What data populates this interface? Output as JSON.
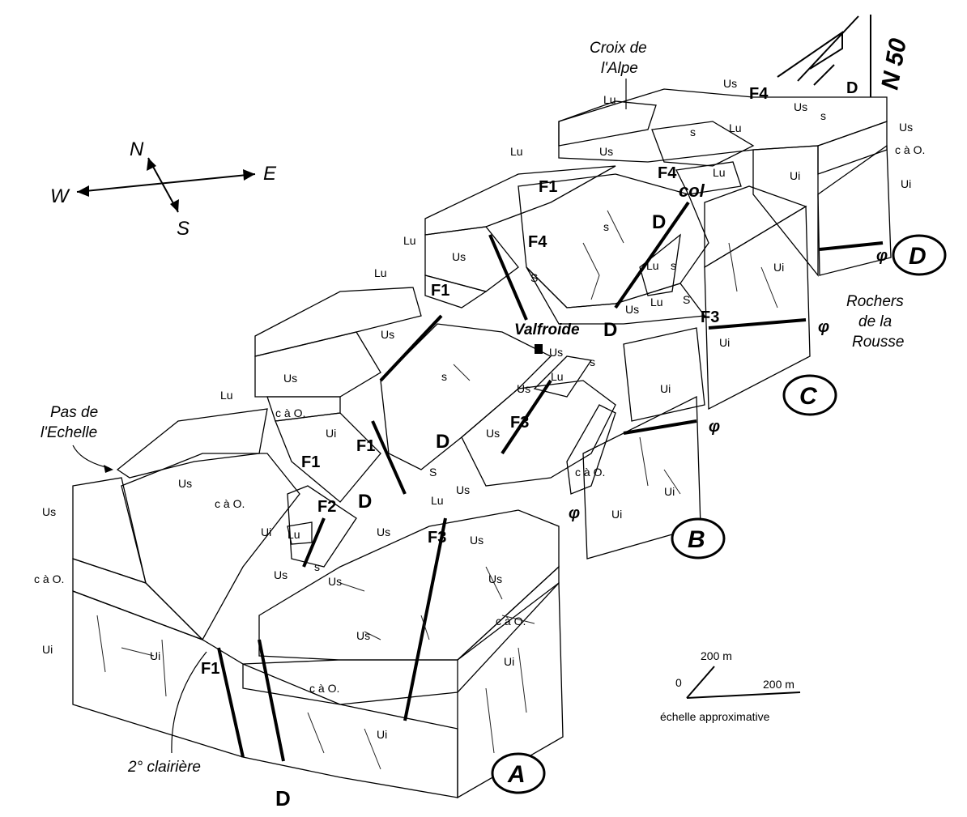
{
  "colors": {
    "Ui": "#e8186e",
    "Ui_light": "#f0508f",
    "Us": "#f5b98a",
    "Us_dark": "#f0955a",
    "c_a_O": "#e070e0",
    "Lu": "#8fd8e6",
    "S": "#c6f08c",
    "S_dark": "#8fc060",
    "pink_light": "#f2a0c8"
  },
  "blocks": [
    {
      "label": "A"
    },
    {
      "label": "B"
    },
    {
      "label": "C"
    },
    {
      "label": "D"
    }
  ],
  "places": {
    "pas_echelle_1": "Pas de",
    "pas_echelle_2": "l'Echelle",
    "croix_alpe_1": "Croix de",
    "croix_alpe_2": "l'Alpe",
    "rochers_1": "Rochers",
    "rochers_2": "de la",
    "rochers_3": "Rousse",
    "valfroide": "Valfroide",
    "clairiere": "2° clairière",
    "col": "col"
  },
  "compass": {
    "n": "N",
    "s": "S",
    "e": "E",
    "w": "W"
  },
  "orientation": {
    "label": "N 50",
    "d": "D",
    "f4": "F4"
  },
  "scale": {
    "vertical": "200 m",
    "zero": "0",
    "horizontal": "200 m",
    "caption": "échelle approximative"
  },
  "formations": {
    "us": "Us",
    "cao": "c à O.",
    "ui": "Ui",
    "lu": "Lu",
    "s": "S",
    "s_small": "s",
    "phi": "φ"
  },
  "faults": {
    "f1": "F1",
    "f2": "F2",
    "f3": "F3",
    "f4": "F4",
    "d": "D"
  }
}
